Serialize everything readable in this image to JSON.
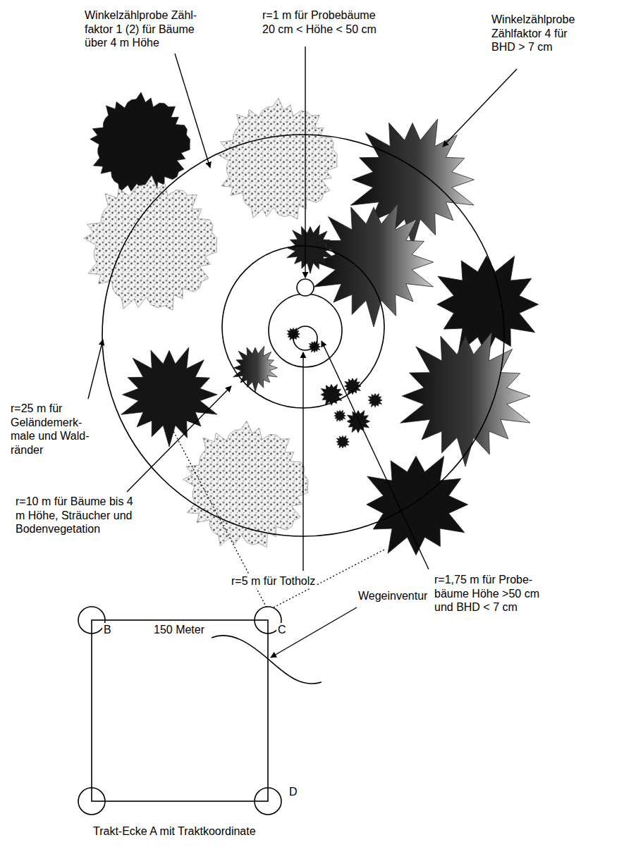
{
  "diagram": {
    "labels": [
      "Winkelzählprobe Zähl- faktor 1 (2) für Bäume über 4 m Höhe",
      "r=1 m für Probebäume 20 cm < Höhe < 50 cm",
      "Winkelzählprobe Zählfaktor 4 für BHD > 7 cm",
      "r=25 m für Geländemerk- male und Wald- ränder",
      "r=10 m für Bäume bis 4 m Höhe, Sträucher und Bodenvegetation",
      "r=5 m für Totholz",
      "r=1,75 m für Probe- bäume Höhe >50 cm und BHD < 7 cm",
      "B",
      "150 Meter",
      "C",
      "Wegeinventur",
      "D",
      "Trakt-Ecke A mit Traktkoordinate"
    ]
  }
}
